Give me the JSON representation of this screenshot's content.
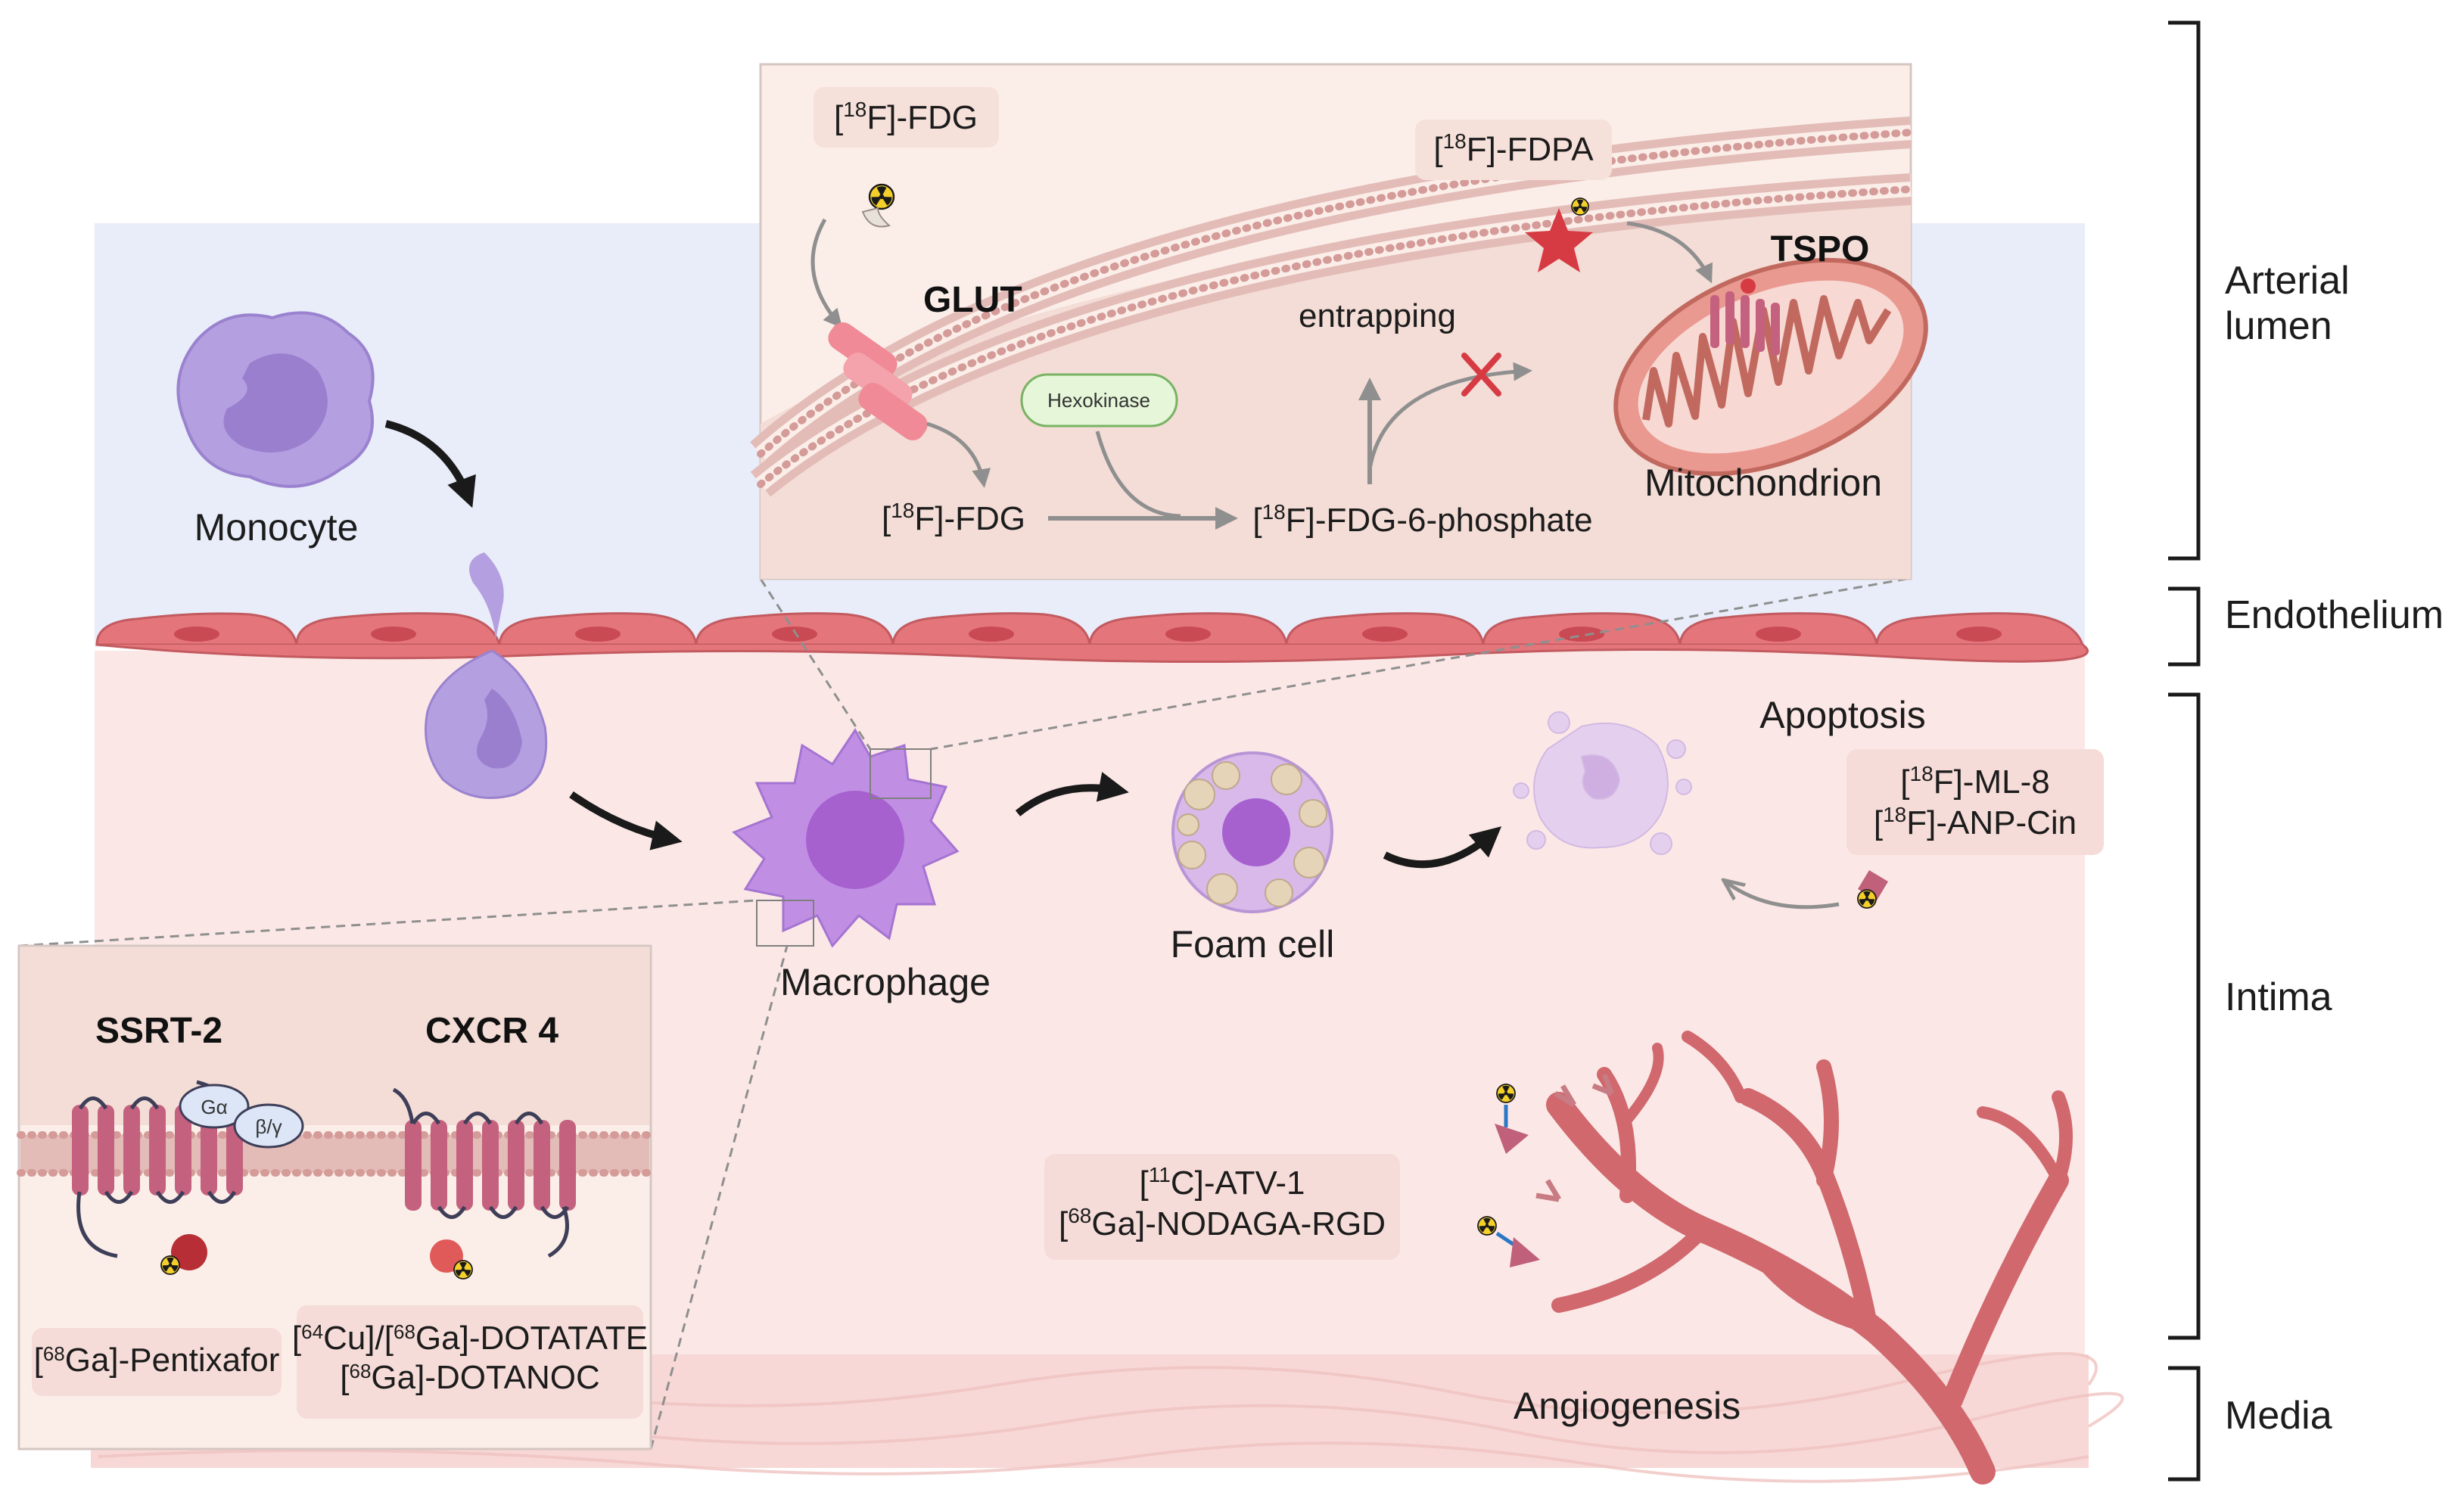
{
  "regions": {
    "arterial_lumen": [
      "Arterial",
      "lumen"
    ],
    "endothelium": "Endothelium",
    "intima": "Intima",
    "media": "Media"
  },
  "cells": {
    "monocyte": "Monocyte",
    "macrophage": "Macrophage",
    "foam_cell": "Foam cell",
    "apoptosis": "Apoptosis",
    "angiogenesis": "Angiogenesis"
  },
  "fdg_panel": {
    "fdg_top": {
      "sup": "18",
      "pre": "[",
      "post": "F]-FDG"
    },
    "fdpa": {
      "sup": "18",
      "pre": "[",
      "post": "F]-FDPA"
    },
    "glut": "GLUT",
    "tspo": "TSPO",
    "entrapping": "entrapping",
    "hexokinase": "Hexokinase",
    "fdg_inside": {
      "sup": "18",
      "pre": "[",
      "post": "F]-FDG"
    },
    "fdg6p": {
      "sup": "18",
      "pre": "[",
      "post": "F]-FDG-6-phosphate"
    },
    "mitochondrion": "Mitochondrion"
  },
  "receptor_panel": {
    "ssrt2": "SSRT-2",
    "cxcr4": "CXCR 4",
    "g_alpha": "Gα",
    "g_beta_gamma": "β/γ",
    "pentixafor": {
      "sup": "68",
      "pre": "[",
      "post": "Ga]-Pentixafor"
    },
    "dotatate": {
      "sup1": "64",
      "mid": "Cu]/[",
      "sup2": "68",
      "post": "Ga]-DOTATATE",
      "pre": "["
    },
    "dotanoc": {
      "sup": "68",
      "pre": "[",
      "post": "Ga]-DOTANOC"
    }
  },
  "apoptosis_tracers": [
    {
      "sup": "18",
      "pre": "[",
      "post": "F]-ML-8"
    },
    {
      "sup": "18",
      "pre": "[",
      "post": "F]-ANP-Cin"
    }
  ],
  "angiogenesis_tracers": [
    {
      "sup": "11",
      "pre": "[",
      "post": "C]-ATV-1"
    },
    {
      "sup": "68",
      "pre": "[",
      "post": "Ga]-NODAGA-RGD"
    }
  ],
  "colors": {
    "lumen_bg": "#e8edf9",
    "intima_bg": "#fbe8e6",
    "panel_bg": "#fbeee8",
    "endothelial_cell": "#e4767b",
    "monocyte": "#b49fe0",
    "macrophage": "#c08fe4",
    "vessel": "#d0686d",
    "tspo_star": "#d63b44",
    "arrow_black": "#1a1a1a",
    "arrow_grey": "#8f8f8f",
    "hexokinase_fill": "#e6f6d9"
  },
  "icons": [
    "radioactive-icon",
    "star-icon",
    "cross-icon",
    "bracket-icon"
  ]
}
